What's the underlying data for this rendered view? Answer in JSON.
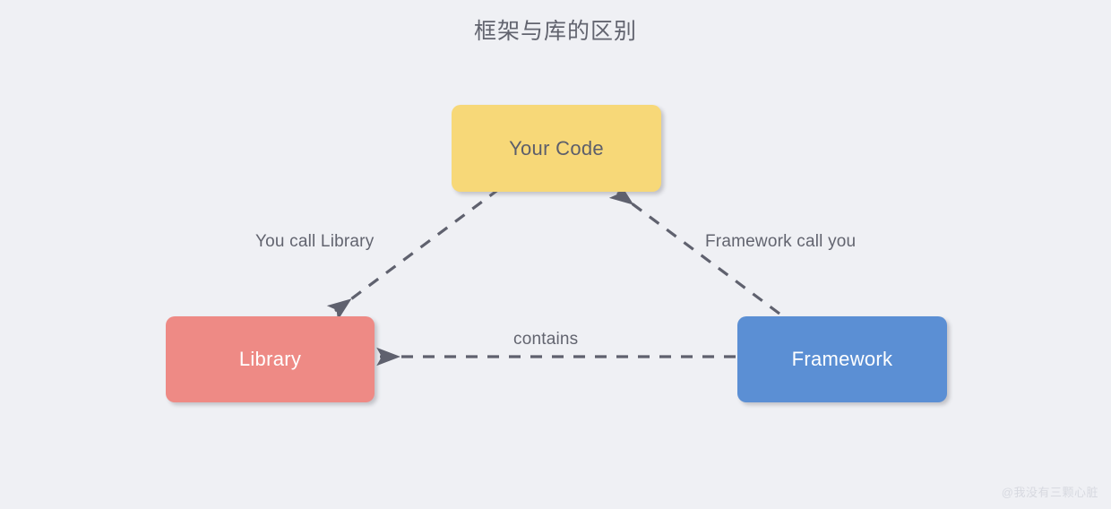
{
  "diagram": {
    "title": "框架与库的区别",
    "background_color": "#eff0f4",
    "title_color": "#62646f",
    "type": "relationship-diagram",
    "nodes": [
      {
        "id": "your-code",
        "label": "Your Code",
        "fill_color": "#f7d878",
        "text_color": "#5c5e6b"
      },
      {
        "id": "library",
        "label": "Library",
        "fill_color": "#ee8a85",
        "text_color": "#ffffff"
      },
      {
        "id": "framework",
        "label": "Framework",
        "fill_color": "#5b8fd4",
        "text_color": "#ffffff"
      }
    ],
    "edges": [
      {
        "id": "you-call-library",
        "label": "You call Library",
        "from": "Your Code",
        "to": "Library",
        "style": "dashed",
        "color": "#5f616e"
      },
      {
        "id": "framework-call-you",
        "label": "Framework call you",
        "from": "Framework",
        "to": "Your Code",
        "style": "dashed",
        "color": "#5f616e"
      },
      {
        "id": "contains",
        "label": "contains",
        "from": "Framework",
        "to": "Library",
        "style": "dashed",
        "color": "#5f616e"
      }
    ],
    "watermark": "@我没有三颗心脏"
  }
}
